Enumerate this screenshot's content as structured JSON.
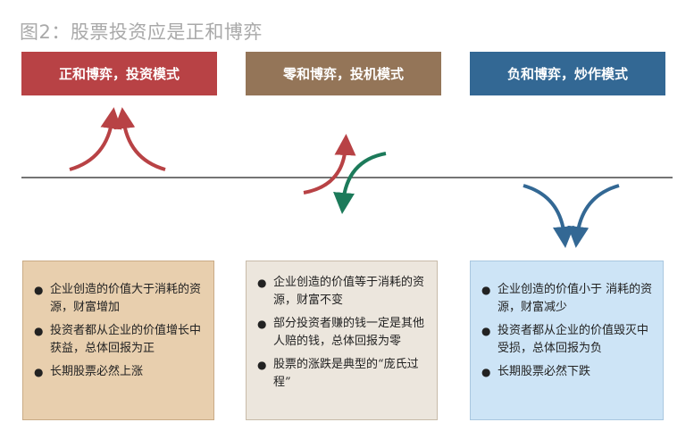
{
  "title": "图2：股票投资应是正和博弈",
  "headers": [
    "正和博弈，投资模式",
    "零和博弈，投机模式",
    "负和博弈，炒作模式"
  ],
  "colors": {
    "red": "#b84245",
    "brown": "#947558",
    "blue": "#336894",
    "green": "#1c7a5a"
  },
  "boxes": [
    {
      "items": [
        "企业创造的价值大于消耗的资源，财富增加",
        "投资者都从企业的价值增长中获益，总体回报为正",
        "长期股票必然上涨"
      ]
    },
    {
      "items": [
        "企业创造的价值等于消耗的资源，财富不变",
        "部分投资者赚的钱一定是其他人赔的钱，总体回报为零",
        "股票的涨跌是典型的“庞氏过程”"
      ]
    },
    {
      "items": [
        "企业创造的价值小于 消耗的资源，财富减少",
        "投资者都从企业的价值毁灭中受损，总体回报为负",
        "长期股票必然下跌"
      ]
    }
  ]
}
